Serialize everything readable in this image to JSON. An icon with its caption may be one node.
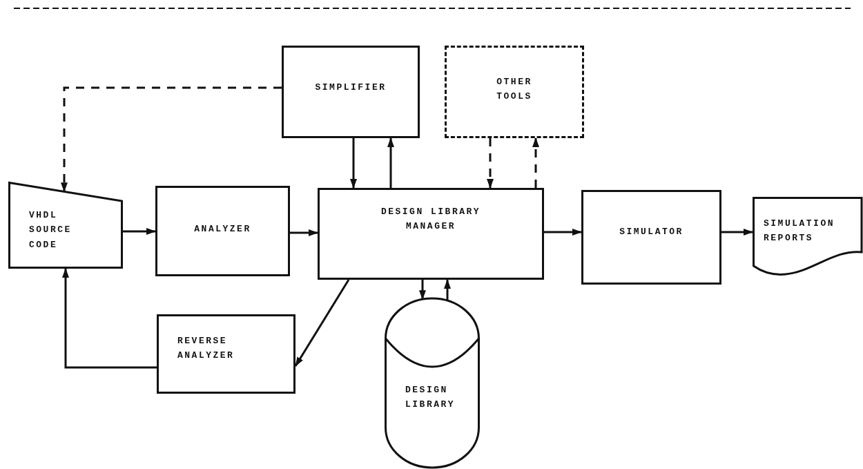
{
  "diagram": {
    "nodes": [
      {
        "text": [
          "VHDL SOURCE CODE"
        ]
      },
      {
        "text": [
          "ANALYZER"
        ]
      },
      {
        "text": [
          "DESIGN LIBRARY MANAGER"
        ]
      },
      {
        "text": [
          "SIMPLIFIER"
        ]
      },
      {
        "text": [
          "OTHER TOOLS"
        ]
      },
      {
        "text": [
          "SIMULATOR"
        ]
      },
      {
        "text": [
          "SIMULATION REPORTS"
        ]
      },
      {
        "text": [
          "REVERSE ANALYZER"
        ]
      },
      {
        "text": [
          "DESIGN LIBRARY"
        ]
      }
    ],
    "edges": [
      {
        "from": 0,
        "to": 1,
        "arrow": "to"
      },
      {
        "from": 1,
        "to": 2,
        "arrow": "to"
      },
      {
        "from": 2,
        "to": 5,
        "arrow": "to"
      },
      {
        "from": 5,
        "to": 6,
        "arrow": "to"
      },
      {
        "from": 3,
        "to": 2,
        "arrow": "to"
      },
      {
        "from": 2,
        "to": 3,
        "arrow": "to"
      },
      {
        "from": 4,
        "to": 2,
        "arrow": "to",
        "style": "dashed"
      },
      {
        "from": 2,
        "to": 4,
        "arrow": "to",
        "style": "dashed"
      },
      {
        "from": 3,
        "to": 0,
        "arrow": "to",
        "style": "dashed"
      },
      {
        "from": 2,
        "to": 7,
        "arrow": "to"
      },
      {
        "from": 7,
        "to": 0,
        "arrow": "to"
      },
      {
        "from": 2,
        "to": 8,
        "arrow": "to"
      },
      {
        "from": 8,
        "to": 2,
        "arrow": "to"
      }
    ]
  }
}
